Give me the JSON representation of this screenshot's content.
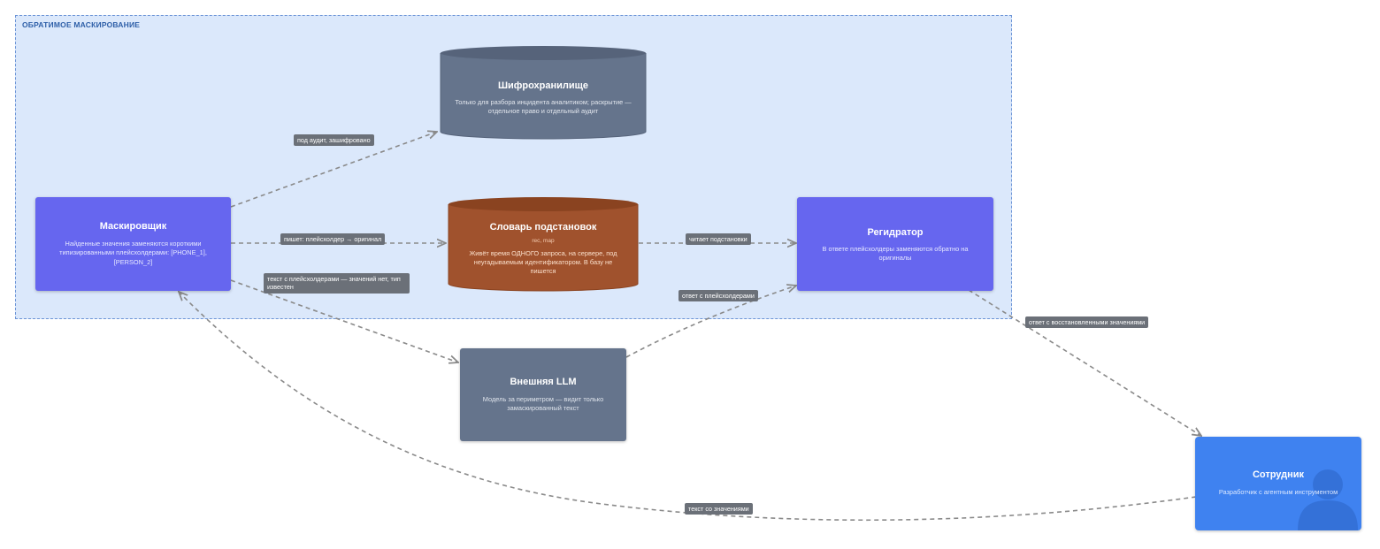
{
  "boundary": {
    "label": "ОБРАТИМОЕ МАСКИРОВАНИЕ"
  },
  "nodes": {
    "masker": {
      "title": "Маскировщик",
      "desc": "Найденные значения заменяются короткими типизированными плейсхолдерами: [PHONE_1], [PERSON_2]"
    },
    "cipher_store": {
      "title": "Шифрохранилище",
      "desc": "Только для разбора инцидента аналитиком; раскрытие — отдельное право и отдельный аудит"
    },
    "dictionary": {
      "title": "Словарь подстановок",
      "tech": "rec, map",
      "desc": "Живёт время ОДНОГО запроса, на сервере, под неугадываемым идентификатором. В базу не пишется"
    },
    "rehydrator": {
      "title": "Регидратор",
      "desc": "В ответе плейсхолдеры заменяются обратно на оригиналы"
    },
    "external_llm": {
      "title": "Внешняя LLM",
      "desc": "Модель за периметром — видит только замаскированный текст"
    },
    "employee": {
      "title": "Сотрудник",
      "desc": "Разработчик с агентным инструментом"
    }
  },
  "edges": {
    "audit": "под аудит, зашифровано",
    "writes": "пишет: плейсхолдер → оригинал",
    "reads": "читает подстановки",
    "masked_text": "текст с плейсхолдерами — значений нет, тип известен",
    "llm_answer": "ответ с плейсхолдерами",
    "restored": "ответ с восстановленными значениями",
    "raw_text": "текст со значениями"
  },
  "colors": {
    "boundary_bg": "#dbe8fb",
    "boundary_border": "#6b93d6",
    "container": "#6666ef",
    "external": "#65748c",
    "dictionary": "#a0522d",
    "person": "#3f82f0",
    "edge": "#8a8a8a",
    "edge_label": "#6b7078"
  },
  "icons": {
    "employee_avatar": "person-silhouette-icon"
  }
}
